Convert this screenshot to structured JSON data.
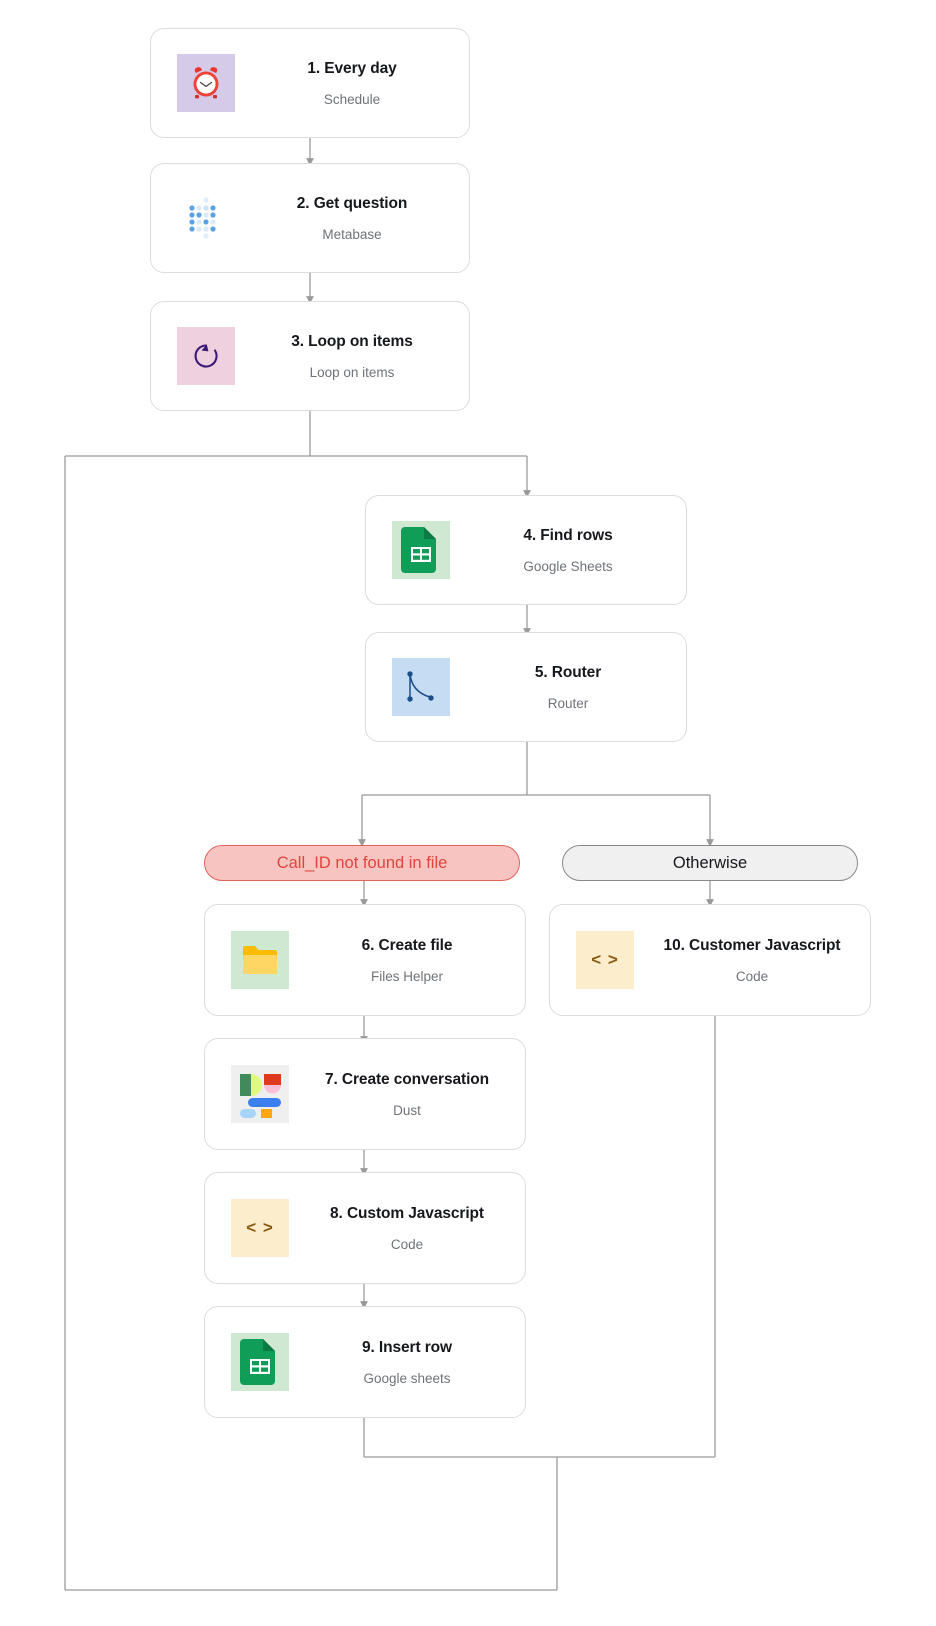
{
  "diagram": {
    "type": "workflow-flowchart",
    "background": "#ffffff",
    "connector_color": "#9a9a9a",
    "nodes": [
      {
        "id": "n1",
        "step": "1",
        "title": "1. Every day",
        "subtitle": "Schedule",
        "icon": "alarm-clock-icon",
        "icon_bg": "#d5cbe8"
      },
      {
        "id": "n2",
        "step": "2",
        "title": "2. Get question",
        "subtitle": "Metabase",
        "icon": "metabase-dots-icon",
        "icon_bg": "#ffffff"
      },
      {
        "id": "n3",
        "step": "3",
        "title": "3. Loop on items",
        "subtitle": "Loop on items",
        "icon": "loop-arrow-icon",
        "icon_bg": "#eed0de"
      },
      {
        "id": "n4",
        "step": "4",
        "title": "4. Find rows",
        "subtitle": "Google Sheets",
        "icon": "google-sheets-icon",
        "icon_bg": "#cfe8d2"
      },
      {
        "id": "n5",
        "step": "5",
        "title": "5. Router",
        "subtitle": "Router",
        "icon": "router-branch-icon",
        "icon_bg": "#c5dcf2"
      },
      {
        "id": "n6",
        "step": "6",
        "title": "6. Create file",
        "subtitle": "Files Helper",
        "icon": "folder-icon",
        "icon_bg": "#cfe8d2"
      },
      {
        "id": "n7",
        "step": "7",
        "title": "7. Create conversation",
        "subtitle": "Dust",
        "icon": "dust-logo-icon",
        "icon_bg": "#efefef"
      },
      {
        "id": "n8",
        "step": "8",
        "title": "8. Custom Javascript",
        "subtitle": "Code",
        "icon": "code-brackets-icon",
        "icon_bg": "#fceecd"
      },
      {
        "id": "n9",
        "step": "9",
        "title": "9. Insert row",
        "subtitle": "Google sheets",
        "icon": "google-sheets-icon",
        "icon_bg": "#cfe8d2"
      },
      {
        "id": "n10",
        "step": "10",
        "title": "10. Customer Javascript",
        "subtitle": "Code",
        "icon": "code-brackets-icon",
        "icon_bg": "#fceecd"
      }
    ],
    "branches": [
      {
        "id": "b1",
        "label": "Call_ID not found in file",
        "style": "danger",
        "fill": "#f7c4c2",
        "border": "#e2635c",
        "text_color": "#e0453c"
      },
      {
        "id": "b2",
        "label": "Otherwise",
        "style": "neutral",
        "fill": "#f0f0f0",
        "border": "#86888b",
        "text_color": "#16181c"
      }
    ],
    "edges": [
      {
        "from": "n1",
        "to": "n2"
      },
      {
        "from": "n2",
        "to": "n3"
      },
      {
        "from": "n3",
        "to": "n4"
      },
      {
        "from": "n4",
        "to": "n5"
      },
      {
        "from": "n5",
        "to": "b1"
      },
      {
        "from": "n5",
        "to": "b2"
      },
      {
        "from": "b1",
        "to": "n6"
      },
      {
        "from": "n6",
        "to": "n7"
      },
      {
        "from": "n7",
        "to": "n8"
      },
      {
        "from": "n8",
        "to": "n9"
      },
      {
        "from": "n9",
        "to": "n3"
      },
      {
        "from": "n10",
        "to": "n3"
      }
    ]
  }
}
